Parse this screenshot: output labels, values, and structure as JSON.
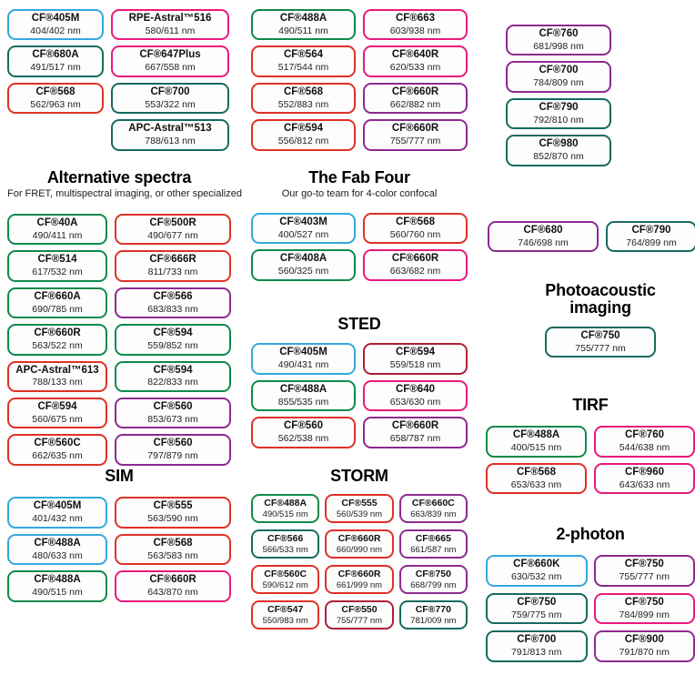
{
  "colors": {
    "blue": "#35a8dd",
    "green": "#0f8a4b",
    "teal": "#166a5f",
    "red": "#de3126",
    "darkred": "#b01e37",
    "pink": "#e9197c",
    "purple": "#8c2a90"
  },
  "top_left": {
    "columns": [
      [
        {
          "name": "CF®405M",
          "value": "404/402 nm",
          "color": "blue"
        },
        {
          "name": "CF®680A",
          "value": "491/517 nm",
          "color": "teal"
        },
        {
          "name": "CF®568",
          "value": "562/963 nm",
          "color": "red"
        }
      ],
      [
        {
          "name": "RPE-Astral™516",
          "value": "580/611 nm",
          "color": "pink"
        },
        {
          "name": "CF®647Plus",
          "value": "667/558 nm",
          "color": "pink"
        },
        {
          "name": "CF®700",
          "value": "553/322 nm",
          "color": "teal"
        },
        {
          "name": "APC-Astral™513",
          "value": "788/613 nm",
          "color": "teal"
        }
      ]
    ]
  },
  "top_mid": {
    "columns": [
      [
        {
          "name": "CF®488A",
          "value": "490/511 nm",
          "color": "green"
        },
        {
          "name": "CF®564",
          "value": "517/544 nm",
          "color": "red"
        },
        {
          "name": "CF®568",
          "value": "552/883 nm",
          "color": "red"
        },
        {
          "name": "CF®594",
          "value": "556/812 nm",
          "color": "red"
        }
      ],
      [
        {
          "name": "CF®663",
          "value": "603/938 nm",
          "color": "pink"
        },
        {
          "name": "CF®640R",
          "value": "620/533 nm",
          "color": "pink"
        },
        {
          "name": "CF®660R",
          "value": "662/882 nm",
          "color": "purple"
        },
        {
          "name": "CF®660R",
          "value": "755/777 nm",
          "color": "purple"
        }
      ]
    ]
  },
  "top_right": {
    "pills": [
      {
        "name": "CF®760",
        "value": "681/998 nm",
        "color": "purple"
      },
      {
        "name": "CF®700",
        "value": "784/809 nm",
        "color": "purple"
      },
      {
        "name": "CF®790",
        "value": "792/810 nm",
        "color": "teal"
      },
      {
        "name": "CF®980",
        "value": "852/870 nm",
        "color": "teal"
      }
    ]
  },
  "alternative": {
    "title": "Alternative spectra",
    "subtitle": "For FRET, multispectral imaging, or other specialized",
    "columns": [
      [
        {
          "name": "CF®40A",
          "value": "490/411 nm",
          "color": "green"
        },
        {
          "name": "CF®514",
          "value": "617/532 nm",
          "color": "green"
        },
        {
          "name": "CF®660A",
          "value": "690/785 nm",
          "color": "green"
        },
        {
          "name": "CF®660R",
          "value": "563/522 nm",
          "color": "green"
        },
        {
          "name": "APC-Astral™613",
          "value": "788/133 nm",
          "color": "red"
        },
        {
          "name": "CF®594",
          "value": "560/675 nm",
          "color": "red"
        },
        {
          "name": "CF®560C",
          "value": "662/635 nm",
          "color": "red"
        }
      ],
      [
        {
          "name": "CF®500R",
          "value": "490/677 nm",
          "color": "red"
        },
        {
          "name": "CF®666R",
          "value": "811/733 nm",
          "color": "red"
        },
        {
          "name": "CF®566",
          "value": "683/833 nm",
          "color": "purple"
        },
        {
          "name": "CF®594",
          "value": "559/852 nm",
          "color": "green"
        },
        {
          "name": "CF®594",
          "value": "822/833 nm",
          "color": "green"
        },
        {
          "name": "CF®560",
          "value": "853/673 nm",
          "color": "purple"
        },
        {
          "name": "CF®560",
          "value": "797/879 nm",
          "color": "purple"
        }
      ]
    ]
  },
  "fab_four": {
    "title": "The Fab Four",
    "subtitle": "Our go-to team for 4-color confocal",
    "pills": [
      {
        "name": "CF®403M",
        "value": "400/527 nm",
        "color": "blue"
      },
      {
        "name": "CF®568",
        "value": "560/760 nm",
        "color": "red"
      },
      {
        "name": "CF®408A",
        "value": "560/325 nm",
        "color": "green"
      },
      {
        "name": "CF®660R",
        "value": "663/682 nm",
        "color": "pink"
      }
    ]
  },
  "sted": {
    "title": "STED",
    "pills": [
      {
        "name": "CF®405M",
        "value": "490/431 nm",
        "color": "blue"
      },
      {
        "name": "CF®594",
        "value": "559/518 nm",
        "color": "darkred"
      },
      {
        "name": "CF®488A",
        "value": "855/535 nm",
        "color": "green"
      },
      {
        "name": "CF®640",
        "value": "653/630 nm",
        "color": "pink"
      },
      {
        "name": "CF®560",
        "value": "562/538 nm",
        "color": "red"
      },
      {
        "name": "CF®660R",
        "value": "658/787 nm",
        "color": "purple"
      }
    ]
  },
  "nir_pair": {
    "pills": [
      {
        "name": "CF®680",
        "value": "746/698 nm",
        "color": "purple"
      },
      {
        "name": "CF®790",
        "value": "764/899 nm",
        "color": "teal"
      }
    ]
  },
  "photoacoustic": {
    "title": "Photoacoustic imaging",
    "pills": [
      {
        "name": "CF®750",
        "value": "755/777 nm",
        "color": "teal"
      }
    ]
  },
  "tirf": {
    "title": "TIRF",
    "pills": [
      {
        "name": "CF®488A",
        "value": "400/515 nm",
        "color": "green"
      },
      {
        "name": "CF®760",
        "value": "544/638 nm",
        "color": "pink"
      },
      {
        "name": "CF®568",
        "value": "653/633 nm",
        "color": "red"
      },
      {
        "name": "CF®960",
        "value": "643/633 nm",
        "color": "pink"
      }
    ]
  },
  "sim": {
    "title": "SIM",
    "pills": [
      {
        "name": "CF®405M",
        "value": "401/432 nm",
        "color": "blue"
      },
      {
        "name": "CF®555",
        "value": "563/590 nm",
        "color": "red"
      },
      {
        "name": "CF®488A",
        "value": "480/633 nm",
        "color": "blue"
      },
      {
        "name": "CF®568",
        "value": "563/583 nm",
        "color": "red"
      },
      {
        "name": "CF®488A",
        "value": "490/515 nm",
        "color": "green"
      },
      {
        "name": "CF®660R",
        "value": "643/870 nm",
        "color": "pink"
      }
    ]
  },
  "storm": {
    "title": "STORM",
    "pills": [
      {
        "name": "CF®488A",
        "value": "490/515 nm",
        "color": "green"
      },
      {
        "name": "CF®555",
        "value": "560/539 nm",
        "color": "red"
      },
      {
        "name": "CF®660C",
        "value": "663/839 nm",
        "color": "purple"
      },
      {
        "name": "CF®566",
        "value": "566/533 nm",
        "color": "teal"
      },
      {
        "name": "CF®660R",
        "value": "660/990 nm",
        "color": "red"
      },
      {
        "name": "CF®665",
        "value": "661/587 nm",
        "color": "purple"
      },
      {
        "name": "CF®560C",
        "value": "590/612 nm",
        "color": "red"
      },
      {
        "name": "CF®660R",
        "value": "661/999 nm",
        "color": "red"
      },
      {
        "name": "CF®750",
        "value": "668/799 nm",
        "color": "purple"
      },
      {
        "name": "CF®547",
        "value": "550/983 nm",
        "color": "red"
      },
      {
        "name": "CF®550",
        "value": "755/777 nm",
        "color": "darkred"
      },
      {
        "name": "CF®770",
        "value": "781/009 nm",
        "color": "teal"
      }
    ]
  },
  "two_photon": {
    "title": "2-photon",
    "pills": [
      {
        "name": "CF®660K",
        "value": "630/532 nm",
        "color": "blue"
      },
      {
        "name": "CF®750",
        "value": "755/777 nm",
        "color": "purple"
      },
      {
        "name": "CF®750",
        "value": "759/775 nm",
        "color": "teal"
      },
      {
        "name": "CF®750",
        "value": "784/899 nm",
        "color": "pink"
      },
      {
        "name": "CF®700",
        "value": "791/813 nm",
        "color": "teal"
      },
      {
        "name": "CF®900",
        "value": "791/870 nm",
        "color": "purple"
      }
    ]
  }
}
